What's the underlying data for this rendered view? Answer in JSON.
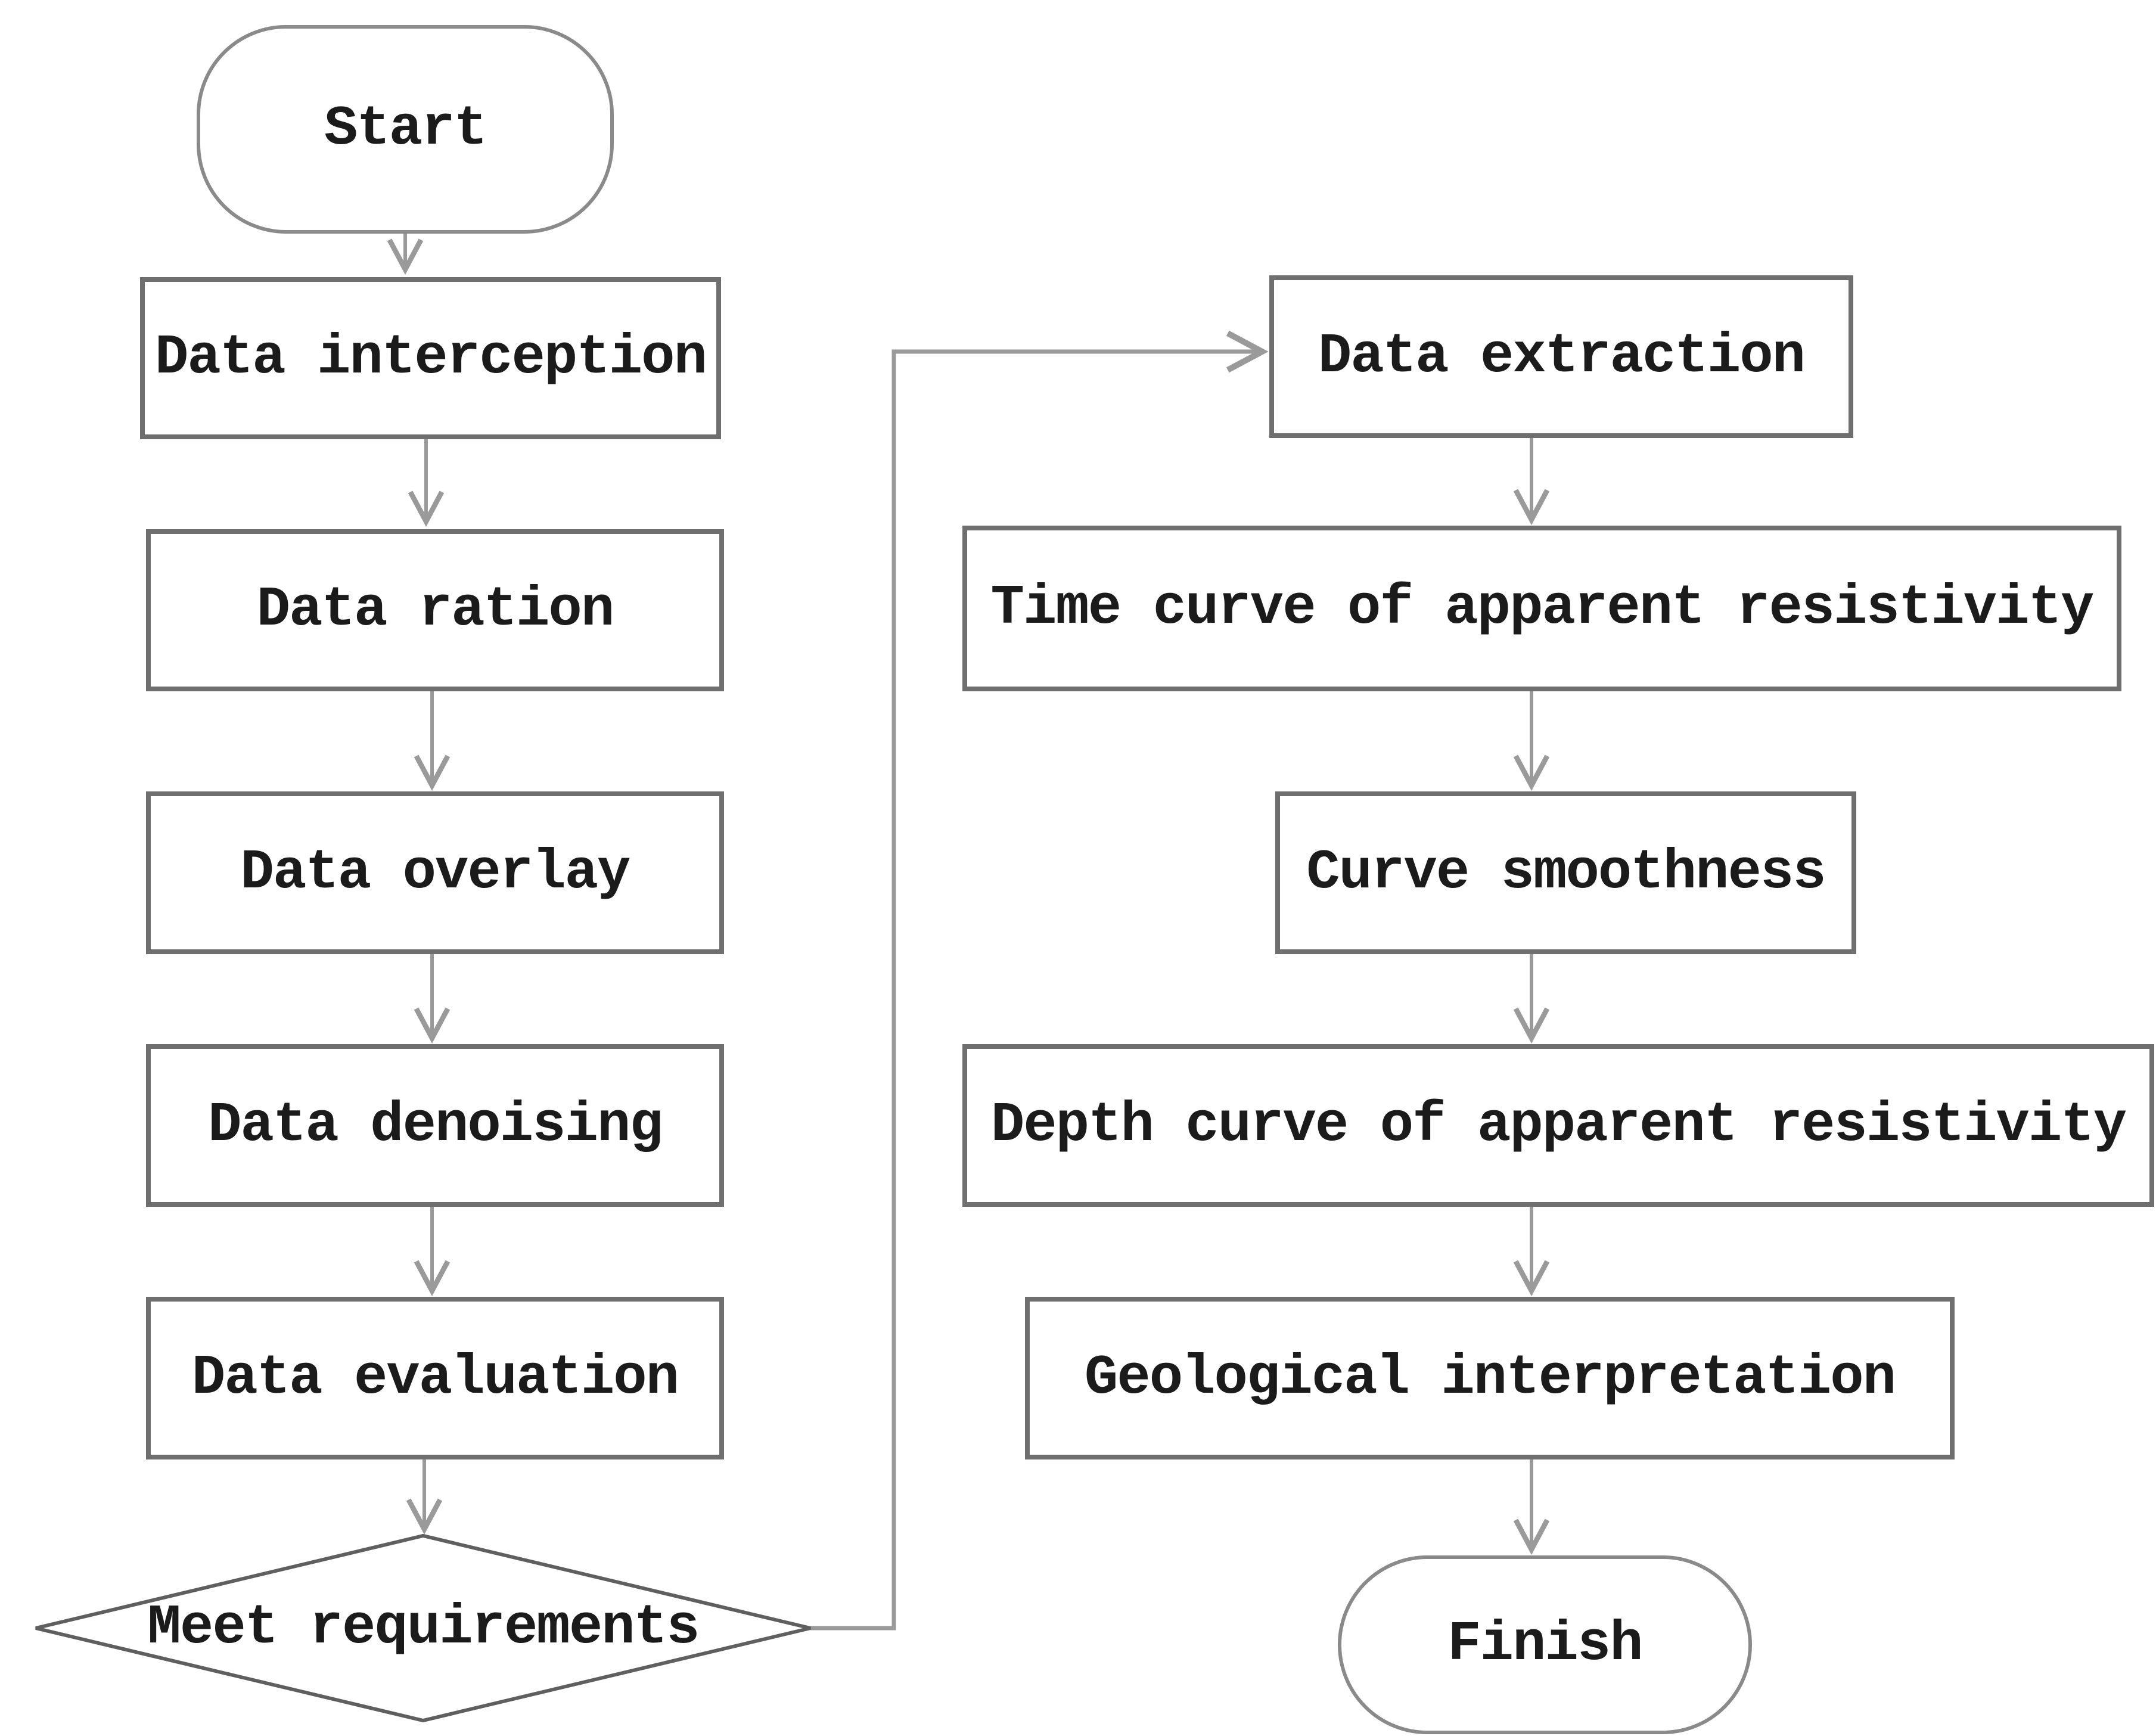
{
  "diagram": {
    "type": "flowchart",
    "background_color": "#ffffff",
    "box_border_color": "#6f6f6f",
    "connector_color": "#9a9a9a",
    "text_color": "#1b1b1b",
    "nodes": {
      "start": {
        "label": "Start",
        "shape": "stadium"
      },
      "data_interception": {
        "label": "Data interception",
        "shape": "rect"
      },
      "data_ration": {
        "label": "Data ration",
        "shape": "rect"
      },
      "data_overlay": {
        "label": "Data overlay",
        "shape": "rect"
      },
      "data_denoising": {
        "label": "Data denoising",
        "shape": "rect"
      },
      "data_evaluation": {
        "label": "Data evaluation",
        "shape": "rect"
      },
      "meet_requirements": {
        "label": "Meet requirements",
        "shape": "diamond"
      },
      "data_extraction": {
        "label": "Data extraction",
        "shape": "rect"
      },
      "time_curve": {
        "label": "Time curve of apparent resistivity",
        "shape": "rect"
      },
      "curve_smoothness": {
        "label": "Curve smoothness",
        "shape": "rect"
      },
      "depth_curve": {
        "label": "Depth curve of apparent resistivity",
        "shape": "rect"
      },
      "geological_interpretation": {
        "label": "Geological interpretation",
        "shape": "rect"
      },
      "finish": {
        "label": "Finish",
        "shape": "stadium"
      }
    },
    "edges": [
      {
        "from": "start",
        "to": "data_interception"
      },
      {
        "from": "data_interception",
        "to": "data_ration"
      },
      {
        "from": "data_ration",
        "to": "data_overlay"
      },
      {
        "from": "data_overlay",
        "to": "data_denoising"
      },
      {
        "from": "data_denoising",
        "to": "data_evaluation"
      },
      {
        "from": "data_evaluation",
        "to": "meet_requirements"
      },
      {
        "from": "meet_requirements",
        "to": "data_extraction"
      },
      {
        "from": "data_extraction",
        "to": "time_curve"
      },
      {
        "from": "time_curve",
        "to": "curve_smoothness"
      },
      {
        "from": "curve_smoothness",
        "to": "depth_curve"
      },
      {
        "from": "depth_curve",
        "to": "geological_interpretation"
      },
      {
        "from": "geological_interpretation",
        "to": "finish"
      }
    ]
  }
}
